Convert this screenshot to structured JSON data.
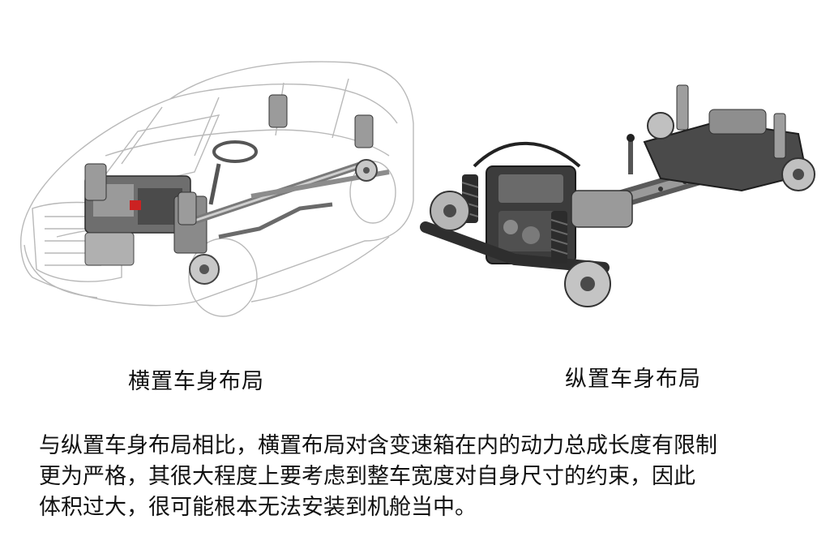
{
  "captions": {
    "left": "横置车身布局",
    "right": "纵置车身布局"
  },
  "paragraph": {
    "lines": [
      "与纵置车身布局相比，横置布局对含变速箱在内的动力总成长度有限制",
      "更为严格，其很大程度上要考虑到整车宽度对自身尺寸的约束，因此",
      "体积过大，很可能根本无法安装到机舱当中。"
    ]
  },
  "colors": {
    "background": "#ffffff",
    "text": "#111111",
    "sketch_line": "#b9b9b9",
    "metal_dark": "#3a3a3a",
    "metal_mid": "#8c8c8c",
    "metal_light": "#d4d4d4"
  }
}
